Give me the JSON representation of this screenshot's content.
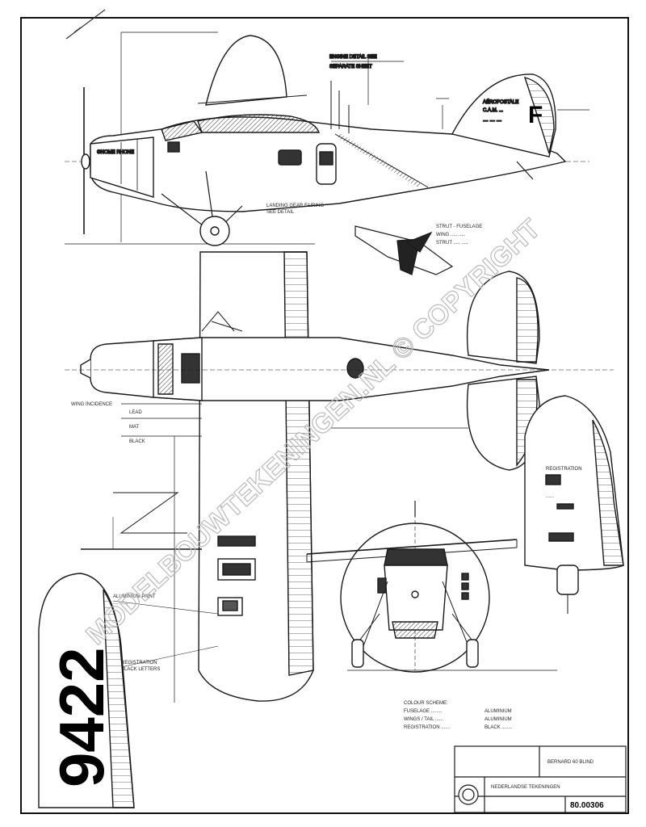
{
  "watermark": "MODELBOUWTEKENINGEN.NL © COPYRIGHT",
  "tail_registration": "F",
  "wing_registration": "9422",
  "title_block": {
    "title": "BERNARD 60 BLIND",
    "subtitle": "NEDERLANDSE TEKENINGEN",
    "drawing_no": "80.00306"
  },
  "colors": {
    "line": "#1a1a1a",
    "paper": "#ffffff",
    "hatch": "#333333",
    "watermark": "#bbbbbb"
  }
}
